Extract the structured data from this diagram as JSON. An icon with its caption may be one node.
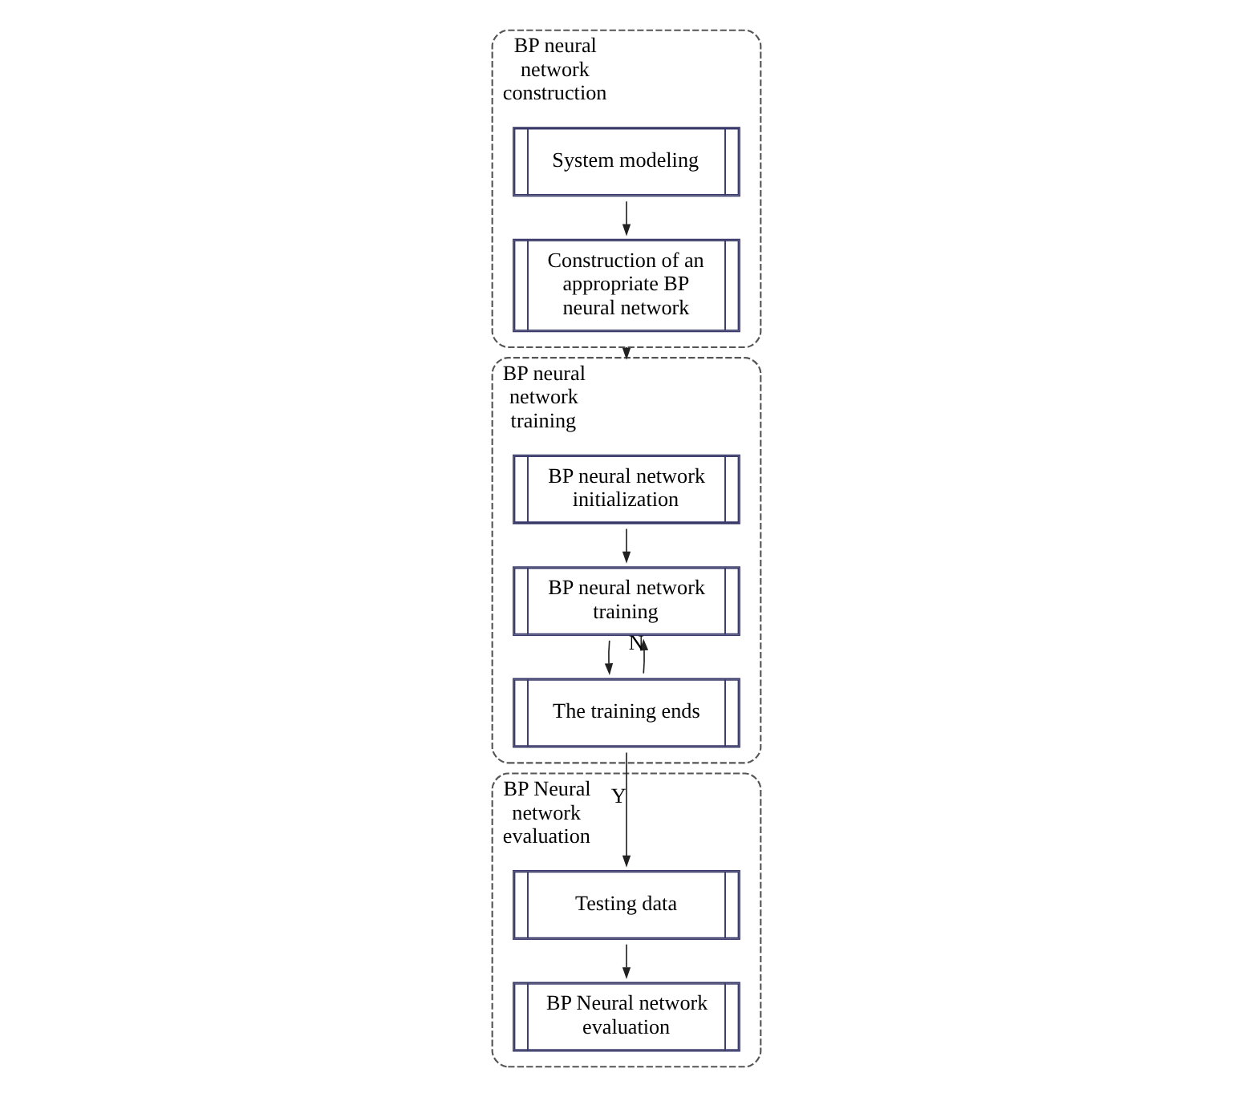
{
  "diagram": {
    "nodes": [
      {
        "text": [
          "BP neural network construction"
        ]
      },
      {
        "text": [
          "System modeling"
        ],
        "in": 0
      },
      {
        "text": [
          "Construction of an appropriate BP neural network"
        ],
        "in": 0
      },
      {
        "text": [
          "BP neural network training"
        ]
      },
      {
        "text": [
          "BP neural network initialization"
        ],
        "in": 3
      },
      {
        "text": [
          "BP neural network training"
        ],
        "in": 3
      },
      {
        "text": [
          "The training ends"
        ],
        "in": 3
      },
      {
        "text": [
          "BP Neural network evaluation"
        ]
      },
      {
        "text": [
          "Testing data"
        ],
        "in": 7
      },
      {
        "text": [
          "BP Neural network evaluation"
        ],
        "in": 7
      }
    ],
    "edges": [
      {
        "from": 1,
        "to": 2,
        "arrow": "to"
      },
      {
        "from": 0,
        "to": 3,
        "arrow": "to"
      },
      {
        "from": 4,
        "to": 5,
        "arrow": "to"
      },
      {
        "from": 5,
        "to": 6,
        "arrow": "to"
      },
      {
        "from": 6,
        "to": 5,
        "arrow": "to",
        "label": "N"
      },
      {
        "from": 6,
        "to": 8,
        "arrow": "to",
        "label": "Y"
      },
      {
        "from": 8,
        "to": 9,
        "arrow": "to"
      }
    ]
  }
}
